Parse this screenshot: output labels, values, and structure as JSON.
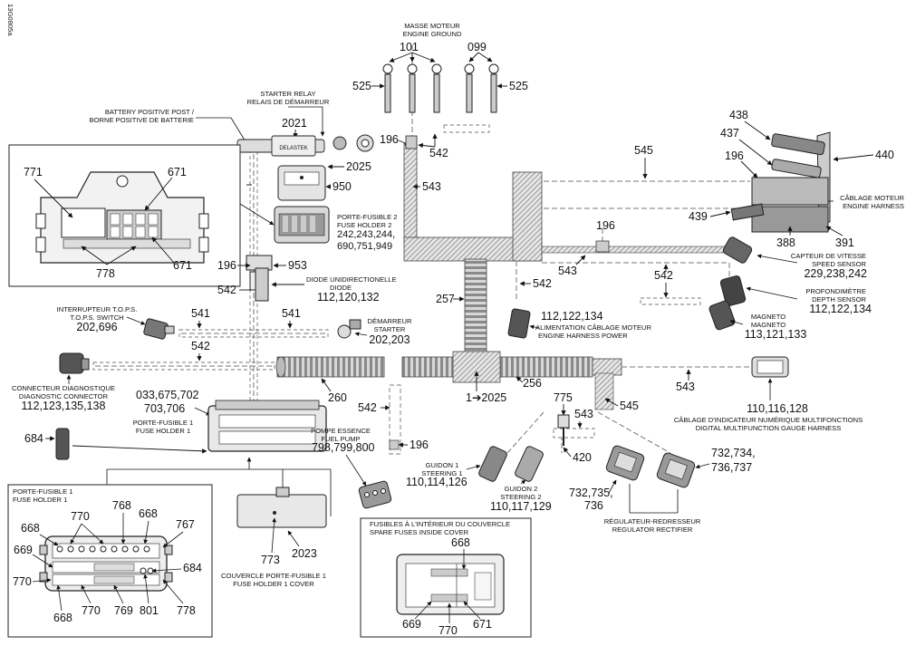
{
  "figure_id": "13G0805a",
  "callouts": {
    "masse_fr": "MASSE MOTEUR",
    "masse_en": "ENGINE GROUND",
    "n101": "101",
    "n099": "099",
    "n525a": "525",
    "n525b": "525",
    "starter_relay_en": "STARTER RELAY",
    "starter_relay_fr": "RELAIS DE DÉMARREUR",
    "batt_en": "BATTERY POSITIVE POST /",
    "batt_fr": "BORNE POSITIVE DE BATTERIE",
    "n2021": "2021",
    "n196a": "196",
    "n542a": "542",
    "n545a": "545",
    "n2025": "2025",
    "n950": "950",
    "fh2_fr": "PORTE-FUSIBLE 2",
    "fh2_en": "FUSE HOLDER 2",
    "fh2_n1": "242,243,244,",
    "fh2_n2": "690,751,949",
    "n542b": "542",
    "n543a": "543",
    "n438": "438",
    "n437": "437",
    "n196b": "196",
    "n440": "440",
    "harness_fr": "CÂBLAGE MOTEUR",
    "harness_en": "ENGINE HARNESS",
    "n439": "439",
    "n388": "388",
    "n391": "391",
    "n771": "771",
    "n671a": "671",
    "n671b": "671",
    "n778a": "778",
    "n196c": "196",
    "n953": "953",
    "diode_fr": "DIODE UNIDIRECTIONELLE",
    "diode_en": "DIODE",
    "diode_n": "112,120,132",
    "n542c": "542",
    "n257": "257",
    "n543b": "543",
    "n542d": "542",
    "n196d": "196",
    "n542e": "542",
    "speed_fr": "CAPTEUR DE VITESSE",
    "speed_en": "SPEED SENSOR",
    "speed_n": "229,238,242",
    "depth_fr": "PROFONDIMÈTRE",
    "depth_en": "DEPTH SENSOR",
    "depth_n": "112,122,134",
    "tops_fr": "INTERRUPTEUR T.O.P.S.",
    "tops_en": "T.O.P.S. SWITCH",
    "tops_n": "202,696",
    "n541a": "541",
    "n541b": "541",
    "n542f": "542",
    "dem_fr": "DÉMARREUR",
    "dem_en": "STARTER",
    "dem_n": "202,203",
    "power_n": "112,122,134",
    "power_fr": "ALIMENTATION CÂBLAGE MOTEUR",
    "power_en": "ENGINE HARNESS POWER",
    "mag_fr": "MAGNETO",
    "mag_en": "MAGNETO",
    "mag_n": "113,121,133",
    "diag_fr": "CONNECTEUR DIAGNOSTIQUE",
    "diag_en": "DIAGNOSTIC CONNECTOR",
    "diag_n": "112,123,135,138",
    "n260": "260",
    "n256": "256",
    "n543c": "543",
    "arrow_2025": "1➔2025",
    "fh1_n1": "033,675,702",
    "fh1_n2": "703,706",
    "fh1_fr": "PORTE-FUSIBLE 1",
    "fh1_en": "FUSE HOLDER 1",
    "n542g": "542",
    "n775": "775",
    "n545b": "545",
    "n543d": "543",
    "gauge_n": "110,116,128",
    "gauge_fr": "CÂBLAGE D'INDICATEUR NUMÉRIQUE MULTIFONCTIONS",
    "gauge_en": "DIGITAL MULTIFUNCTION GAUGE HARNESS",
    "n684a": "684",
    "pump_fr": "POMPE ESSENCE",
    "pump_en": "FUEL PUMP",
    "pump_n": "798,799,800",
    "n196e": "196",
    "st1_fr": "GUIDON 1",
    "st1_en": "STEERING 1",
    "st1_n": "110,114,126",
    "st2_fr": "GUIDON 2",
    "st2_en": "STEERING 2",
    "st2_n": "110,117,129",
    "n420": "420",
    "rr_n1": "732,734,",
    "rr_n2": "736,737",
    "rr2_n1": "732,735,",
    "rr2_n2": "736",
    "reg_fr": "RÉGULATEUR-REDRESSEUR",
    "reg_en": "REGULATOR RECTIFIER",
    "inset1_fr": "PORTE-FUSIBLE 1",
    "inset1_en": "FUSE HOLDER 1",
    "n768": "768",
    "n770a": "770",
    "n668a": "668",
    "n668b": "668",
    "n767": "767",
    "n669a": "669",
    "n684b": "684",
    "n770b": "770",
    "n668c": "668",
    "n770c": "770",
    "n769": "769",
    "n801": "801",
    "n778b": "778",
    "n773": "773",
    "n2023": "2023",
    "cover_fr": "COUVERCLE PORTE-FUSIBLE 1",
    "cover_en": "FUSE HOLDER 1 COVER",
    "spare_fr": "FUSIBLES À L'INTÉRIEUR DU COUVERCLE",
    "spare_en": "SPARE FUSES INSIDE COVER",
    "n668d": "668",
    "n669b": "669",
    "n770d": "770",
    "n671c": "671",
    "delastek": "DELASTEK"
  }
}
